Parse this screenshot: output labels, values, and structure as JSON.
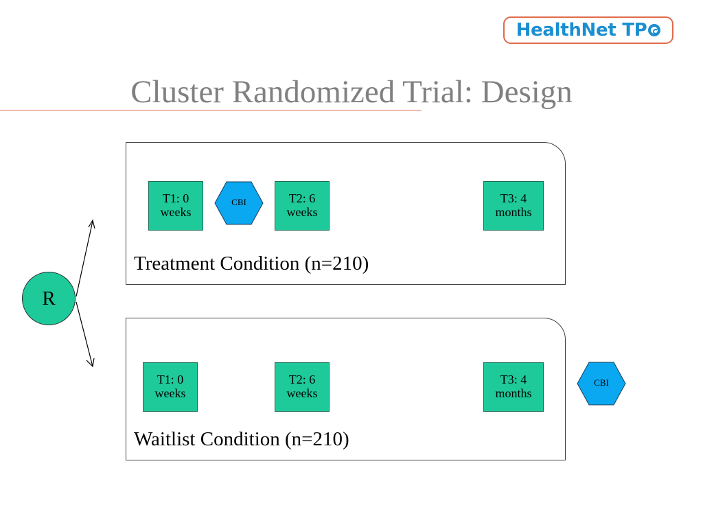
{
  "logo": {
    "text": "HealthNet TP",
    "mark": "copyright-like-circle-icon",
    "border_color": "#e06a4a",
    "text_color": "#1a8fd0"
  },
  "title": "Cluster Randomized Trial: Design",
  "randomization": {
    "label": "R"
  },
  "treatment": {
    "label": "Treatment Condition (n=210)",
    "t1": {
      "line1": "T1: 0",
      "line2": "weeks"
    },
    "cbi": "CBI",
    "t2": {
      "line1": "T2: 6",
      "line2": "weeks"
    },
    "t3": {
      "line1": "T3: 4",
      "line2": "months"
    }
  },
  "waitlist": {
    "label": "Waitlist Condition (n=210)",
    "t1": {
      "line1": "T1: 0",
      "line2": "weeks"
    },
    "t2": {
      "line1": "T2: 6",
      "line2": "weeks"
    },
    "t3": {
      "line1": "T3: 4",
      "line2": "months"
    },
    "cbi": "CBI"
  },
  "colors": {
    "timepoint_fill": "#1ec99a",
    "cbi_fill": "#0aa8f0",
    "accent_rule": "#e06a4a",
    "title": "#808080"
  }
}
